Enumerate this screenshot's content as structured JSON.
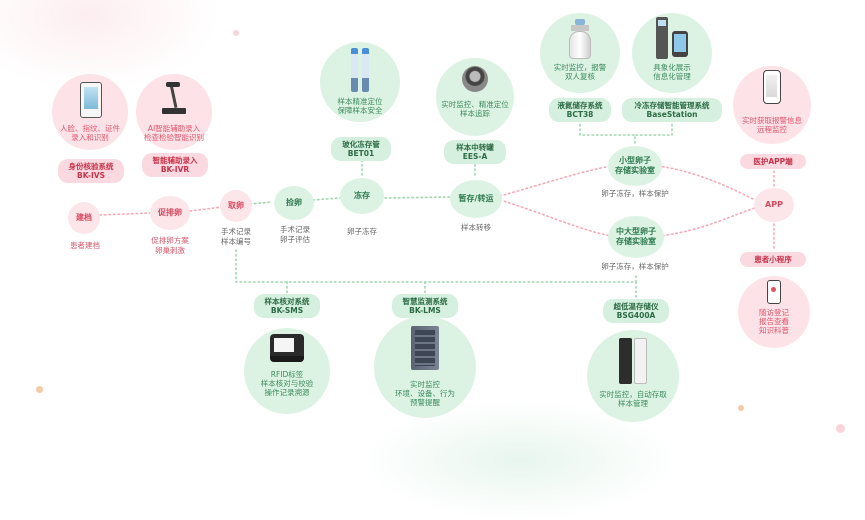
{
  "colors": {
    "pink": "#f3a4b4",
    "green": "#9fd9b3",
    "line_pink": "#f4aab6",
    "line_green": "#9fd6b0"
  },
  "stages": {
    "jiandang": {
      "label": "建档",
      "caption": "患者建档"
    },
    "cupailuan": {
      "label": "促排卵",
      "caption": [
        "促排卵方案",
        "卵巢刺激"
      ]
    },
    "quluan": {
      "label": "取卵",
      "caption": [
        "手术记录",
        "样本编号"
      ]
    },
    "jianluan": {
      "label": "捡卵",
      "caption": [
        "手术记录",
        "卵子评估"
      ]
    },
    "dongcun": {
      "label": "冻存",
      "caption": "卵子冻存"
    },
    "zancun": {
      "label": "暂存/转运",
      "caption": "样本转移"
    },
    "small_lab": {
      "label": [
        "小型卵子",
        "存储实验室"
      ],
      "caption": "卵子冻存，样本保护"
    },
    "large_lab": {
      "label": [
        "中大型卵子",
        "存储实验室"
      ],
      "caption": "卵子冻存，样本保护"
    },
    "app": {
      "label": "APP"
    }
  },
  "systems": {
    "ivs": {
      "name": "身份核验系统",
      "code": "BK-IVS",
      "desc": [
        "人脸、指纹、证件",
        "录入和识别"
      ],
      "icon": "face-terminal-icon"
    },
    "ivr": {
      "name": "智能辅助录入",
      "code": "BK-IVR",
      "desc": [
        "AI智能辅助录入",
        "检查检验智能识别"
      ],
      "icon": "document-camera-icon"
    },
    "bet": {
      "name": "玻化冻存管",
      "code": "BET01",
      "desc": [
        "样本精准定位",
        "保障样本安全"
      ],
      "icon": "cryo-straw-icon"
    },
    "ees": {
      "name": "样本中转罐",
      "code": "EES-A",
      "desc": [
        "实时监控、精准定位",
        "样本追踪"
      ],
      "icon": "transfer-tank-icon"
    },
    "bct": {
      "name": "液氮储存系统",
      "code": "BCT38",
      "desc": [
        "实时监控，报警",
        "双人复核"
      ],
      "icon": "nitrogen-dewar-icon"
    },
    "base": {
      "name": "冷冻存储智能管理系统",
      "code": "BaseStation",
      "desc": [
        "具象化展示",
        "信息化管理"
      ],
      "icon": "base-station-icon"
    },
    "doctor_app": {
      "name": "医护APP端",
      "desc": [
        "实时获取报警信息",
        "远程监控"
      ],
      "icon": "phone-icon"
    },
    "mini": {
      "name": "患者小程序",
      "desc": [
        "随访登记",
        "报告查看",
        "知识科普"
      ],
      "icon": "mini-program-phone-icon"
    },
    "sms": {
      "name": "样本核对系统",
      "code": "BK-SMS",
      "desc": [
        "RFID标签",
        "样本核对与校验",
        "操作记录溯源"
      ],
      "icon": "rfid-terminal-icon"
    },
    "lms": {
      "name": "智慧监测系统",
      "code": "BK-LMS",
      "desc": [
        "实时监控",
        "环境、设备、行为",
        "预警提醒"
      ],
      "icon": "server-cabinet-icon"
    },
    "bsg": {
      "name": "超低温存储仪",
      "code": "BSG400A",
      "desc": [
        "实时监控，自动存取",
        "样本管理"
      ],
      "icon": "ultra-low-freezer-icon"
    }
  }
}
